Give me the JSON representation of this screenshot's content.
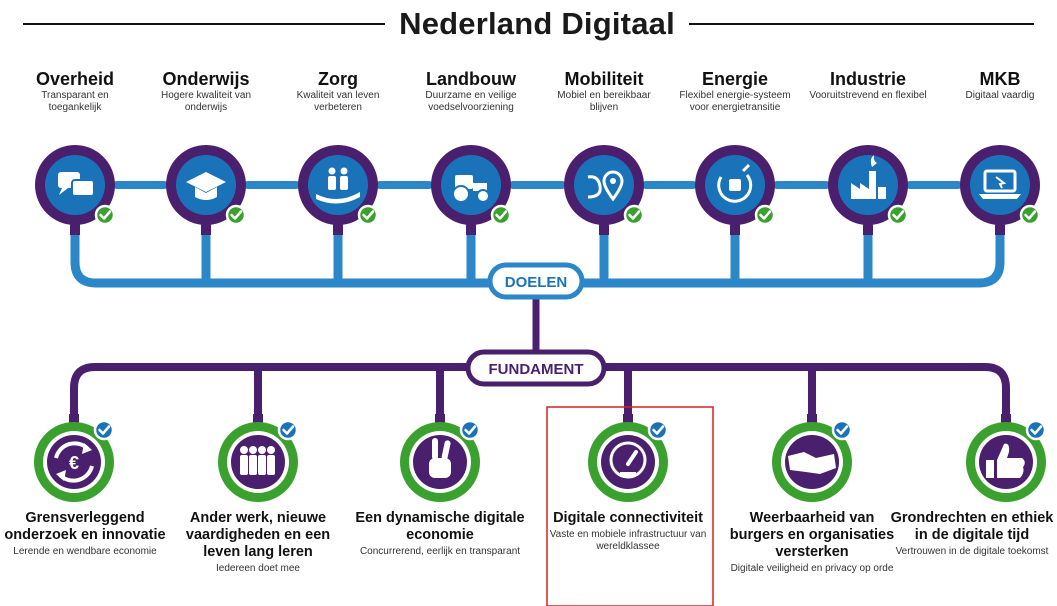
{
  "title": "Nederland Digitaal",
  "hub_labels": {
    "goals": "DOELEN",
    "foundation": "FUNDAMENT"
  },
  "goals": [
    {
      "title": "Overheid",
      "subtitle": "Transparant en toegankelijk",
      "icon": "chat-bubbles-icon"
    },
    {
      "title": "Onderwijs",
      "subtitle": "Hogere kwaliteit van onderwijs",
      "icon": "graduation-cap-icon"
    },
    {
      "title": "Zorg",
      "subtitle": "Kwaliteit van leven verbeteren",
      "icon": "care-hand-icon"
    },
    {
      "title": "Landbouw",
      "subtitle": "Duurzame en veilige voedselvoorziening",
      "icon": "tractor-icon"
    },
    {
      "title": "Mobiliteit",
      "subtitle": "Mobiel en bereikbaar blijven",
      "icon": "route-pin-icon"
    },
    {
      "title": "Energie",
      "subtitle": "Flexibel energie-systeem voor energietransitie",
      "icon": "plug-icon"
    },
    {
      "title": "Industrie",
      "subtitle": "Vooruitstrevend en flexibel",
      "icon": "factory-icon"
    },
    {
      "title": "MKB",
      "subtitle": "Digitaal vaardig",
      "icon": "laptop-icon"
    }
  ],
  "foundations": [
    {
      "title": "Grensverleggend onderzoek en innovatie",
      "subtitle": "Lerende en wendbare economie",
      "icon": "euro-cycle-icon"
    },
    {
      "title": "Ander werk, nieuwe vaardigheden en een leven lang leren",
      "subtitle": "Iedereen doet mee",
      "icon": "people-group-icon"
    },
    {
      "title": "Een dynamische digitale economie",
      "subtitle": "Concurrerend, eerlijk en transparant",
      "icon": "victory-hand-icon"
    },
    {
      "title": "Digitale connectiviteit",
      "subtitle": "Vaste en mobiele infrastructuur van wereldklassee",
      "icon": "speedometer-icon"
    },
    {
      "title": "Weerbaarheid van burgers en organisaties versterken",
      "subtitle": "Digitale veiligheid en privacy op orde",
      "icon": "handshake-icon"
    },
    {
      "title": "Grondrechten en ethiek in de digitale tijd",
      "subtitle": "Vertrouwen in de digitale toekomst",
      "icon": "thumbs-up-icon"
    }
  ],
  "colors": {
    "goal_ring": "#4a1f6e",
    "goal_fill": "#1a73b8",
    "pipe": "#2b87c8",
    "found_ring": "#3aa12e",
    "found_fill": "#4a1f6e",
    "found_pipe": "#4a1f6e",
    "check_green": "#3aa12e",
    "check_blue": "#1a73b8",
    "highlight": "#d62020"
  }
}
